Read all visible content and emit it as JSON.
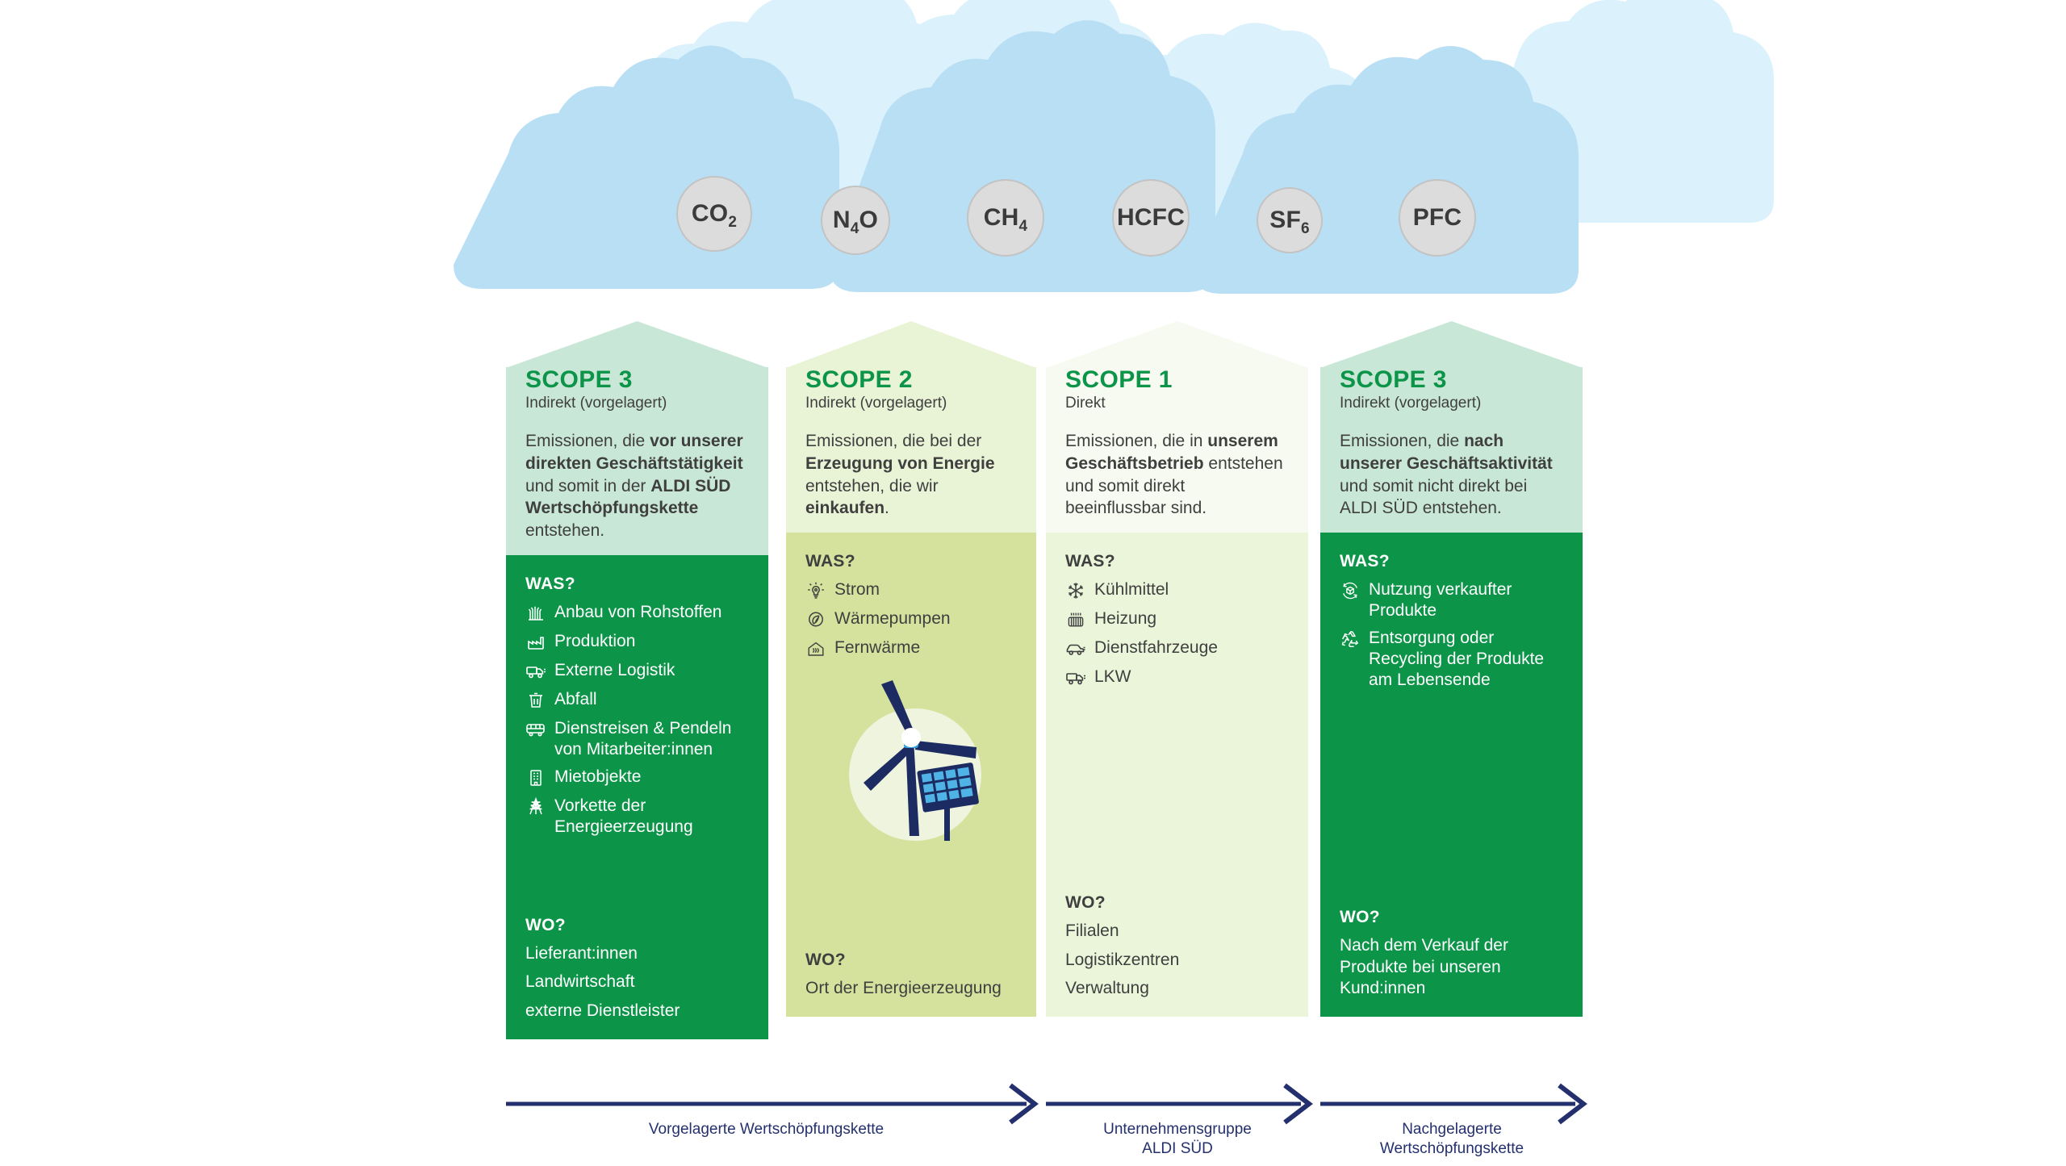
{
  "palette": {
    "brand_green": "#0c9448",
    "scope3_head_bg": "#c9e7d6",
    "scope3_body_bg": "#0c9448",
    "scope2_head_bg": "#e9f3d6",
    "scope2_body_bg": "#d4e29e",
    "scope1_head_bg": "#f6faf0",
    "scope1_body_bg": "#eaf5da",
    "cloud_back": "#dbf1fc",
    "cloud_front": "#b9dff5",
    "badge_fill": "#dcdcdc",
    "badge_text": "#3b3b3b",
    "text_dark": "#3f3f3f",
    "text_white": "#ffffff",
    "arrow_navy": "#24306e",
    "turbine_navy": "#1c2b62",
    "solar_blue": "#30a0dc"
  },
  "greenhouse_gases": [
    {
      "formula": "CO",
      "sub": "2",
      "name": "carbon-dioxide"
    },
    {
      "formula": "N",
      "sub": "4",
      "suffix": "O",
      "name": "nitrous-oxide"
    },
    {
      "formula": "CH",
      "sub": "4",
      "name": "methane"
    },
    {
      "formula": "HCFC",
      "sub": "",
      "name": "hcfc"
    },
    {
      "formula": "SF",
      "sub": "6",
      "name": "sulfur-hexafluoride"
    },
    {
      "formula": "PFC",
      "sub": "",
      "name": "pfc"
    }
  ],
  "columns": [
    {
      "id": "scope3-upstream",
      "title": "SCOPE 3",
      "subtitle": "Indirekt (vorgelagert)",
      "description_html": "Emissionen, die <b>vor unserer direkten Geschäftstätigkeit</b> und somit in der <b>ALDI SÜD Wertschöpfungskette</b> entstehen.",
      "was_label": "WAS?",
      "was_items": [
        {
          "icon": "crop-field-icon",
          "label": "Anbau von Rohstoffen"
        },
        {
          "icon": "factory-icon",
          "label": "Produktion"
        },
        {
          "icon": "delivery-truck-icon",
          "label": "Externe Logistik"
        },
        {
          "icon": "trash-bin-icon",
          "label": "Abfall"
        },
        {
          "icon": "bus-icon",
          "label": "Dienstreisen & Pendeln von Mitarbeiter:innen"
        },
        {
          "icon": "office-building-icon",
          "label": "Mietobjekte"
        },
        {
          "icon": "power-pylon-icon",
          "label": "Vorkette der Energieerzeugung"
        }
      ],
      "wo_label": "WO?",
      "wo_items": [
        "Lieferant:innen",
        "Landwirtschaft",
        "externe Dienstleister"
      ]
    },
    {
      "id": "scope2",
      "title": "SCOPE 2",
      "subtitle": "Indirekt (vorgelagert)",
      "description_html": "Emissionen, die bei der <b>Erzeugung von Energie</b> entstehen, die wir <b>einkaufen</b>.",
      "was_label": "WAS?",
      "was_items": [
        {
          "icon": "lightbulb-icon",
          "label": "Strom"
        },
        {
          "icon": "heat-pump-icon",
          "label": "Wärmepumpen"
        },
        {
          "icon": "district-heating-icon",
          "label": "Fernwärme"
        }
      ],
      "wo_label": "WO?",
      "wo_items": [
        "Ort der Energieerzeugung"
      ],
      "illustration": "wind-turbine-solar-panel"
    },
    {
      "id": "scope1",
      "title": "SCOPE 1",
      "subtitle": "Direkt",
      "description_html": "Emissionen, die in <b>unserem Geschäftsbetrieb</b> entstehen und somit direkt beeinflussbar sind.",
      "was_label": "WAS?",
      "was_items": [
        {
          "icon": "snowflake-icon",
          "label": "Kühlmittel"
        },
        {
          "icon": "radiator-icon",
          "label": "Heizung"
        },
        {
          "icon": "car-icon",
          "label": "Dienstfahrzeuge"
        },
        {
          "icon": "delivery-truck-icon",
          "label": "LKW"
        }
      ],
      "wo_label": "WO?",
      "wo_items": [
        "Filialen",
        "Logistikzentren",
        "Verwaltung"
      ]
    },
    {
      "id": "scope3-downstream",
      "title": "SCOPE 3",
      "subtitle": "Indirekt (vorgelagert)",
      "description_html": "Emissionen, die <b>nach unserer Geschäftsaktivität</b> und somit nicht direkt bei ALDI SÜD entstehen.",
      "was_label": "WAS?",
      "was_items": [
        {
          "icon": "product-use-cycle-icon",
          "label": "Nutzung verkaufter Produkte"
        },
        {
          "icon": "recycling-icon",
          "label": "Entsorgung oder Recycling der Produkte am Lebensende"
        }
      ],
      "wo_label": "WO?",
      "wo_items": [
        "Nach dem Verkauf der Produkte bei unseren Kund:innen"
      ]
    }
  ],
  "value_chain": [
    {
      "id": "upstream",
      "label": "Vorgelagerte Wertschöpfungskette"
    },
    {
      "id": "company",
      "label": "Unternehmensgruppe\nALDI SÜD"
    },
    {
      "id": "downstream",
      "label": "Nachgelagerte\nWertschöpfungskette"
    }
  ]
}
